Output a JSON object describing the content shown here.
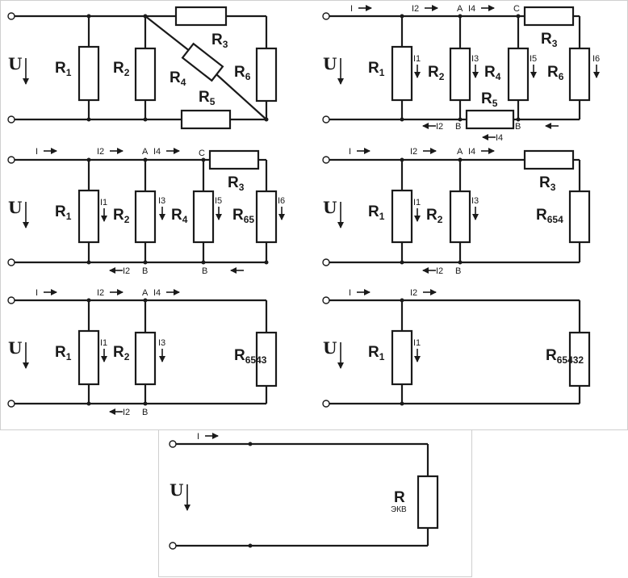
{
  "voltage_label": "U",
  "panels": {
    "p1": {
      "resistors": [
        "R",
        "R",
        "R",
        "R",
        "R",
        "R"
      ],
      "subs": [
        "1",
        "2",
        "3",
        "4",
        "5",
        "6"
      ]
    },
    "p2": {
      "resistors": [
        "R",
        "R",
        "R",
        "R",
        "R",
        "R"
      ],
      "subs": [
        "1",
        "2",
        "3",
        "4",
        "5",
        "6"
      ],
      "currents": [
        "I",
        "I2",
        "I4",
        "I1",
        "I3",
        "I5",
        "I6",
        "I2",
        "I4"
      ],
      "nodes": [
        "A",
        "C",
        "B",
        "B"
      ]
    },
    "p3": {
      "resistors": [
        "R",
        "R",
        "R",
        "R",
        "R"
      ],
      "subs": [
        "1",
        "2",
        "4",
        "3",
        "65"
      ],
      "currents": [
        "I",
        "I2",
        "I4",
        "I1",
        "I3",
        "I5",
        "I6",
        "I2"
      ],
      "nodes": [
        "A",
        "C",
        "B",
        "B"
      ]
    },
    "p4": {
      "resistors": [
        "R",
        "R",
        "R",
        "R"
      ],
      "subs": [
        "1",
        "2",
        "3",
        "654"
      ],
      "currents": [
        "I",
        "I2",
        "I4",
        "I1",
        "I3",
        "I2"
      ],
      "nodes": [
        "A",
        "B"
      ]
    },
    "p5": {
      "resistors": [
        "R",
        "R",
        "R"
      ],
      "subs": [
        "1",
        "2",
        "6543"
      ],
      "currents": [
        "I",
        "I2",
        "I4",
        "I1",
        "I3",
        "I2"
      ],
      "nodes": [
        "A",
        "B"
      ]
    },
    "p6": {
      "resistors": [
        "R",
        "R"
      ],
      "subs": [
        "1",
        "65432"
      ],
      "currents": [
        "I",
        "I2",
        "I1"
      ]
    },
    "p7": {
      "resistor": "R",
      "sub": "ЭКВ",
      "current": "I"
    }
  }
}
